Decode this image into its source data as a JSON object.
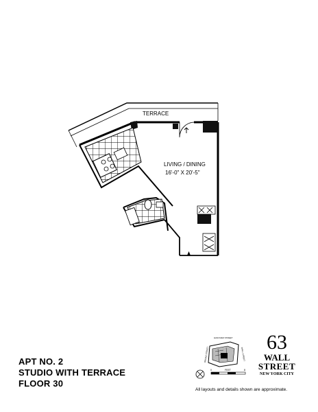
{
  "plan": {
    "terrace_label": "TERRACE",
    "room_name": "LIVING / DINING",
    "room_size": "16'-0\" X 20'-5\""
  },
  "apartment": {
    "number": "APT NO. 2",
    "type": "STUDIO WITH TERRACE",
    "floor": "FLOOR 30"
  },
  "keyplan": {
    "street_top": "HANOVER STREET",
    "street_left": "BROAD STREET",
    "street_right": "WALL STREET",
    "scale_label": "FEET",
    "scale_start": "0",
    "scale_end": "8"
  },
  "brand": {
    "number": "63",
    "line1": "WALL",
    "line2": "STREET",
    "line3": "NEW YORK CITY"
  },
  "disclaimer": "All layouts and details shown are approximate."
}
